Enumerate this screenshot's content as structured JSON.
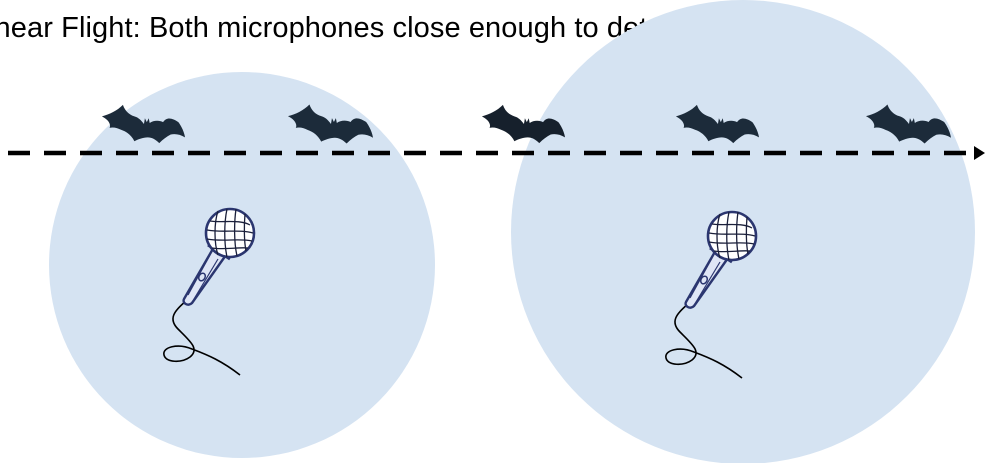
{
  "caption": "inear Flight: Both microphones close enough to detect all bats",
  "colors": {
    "detection_zone_fill": "#d5e3f2",
    "bat_fill": "#1c2b3a",
    "flight_path": "#000000",
    "microphone_outline": "#2b3670",
    "cable": "#000000",
    "text": "#000000"
  },
  "icons": {
    "bat": "bat-silhouette-icon",
    "microphone": "microphone-icon",
    "flight_path": "dashed-arrow"
  },
  "detection_zones": [
    {
      "name": "left-microphone-zone"
    },
    {
      "name": "right-microphone-zone"
    }
  ],
  "bats_count": 5
}
